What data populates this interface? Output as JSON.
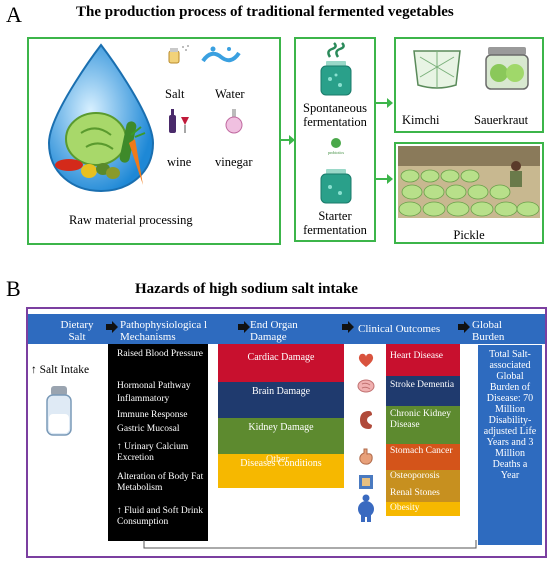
{
  "panel_a": {
    "letter": "A",
    "title": "The production process of traditional fermented vegetables",
    "raw_material": {
      "salt": "Salt",
      "water": "Water",
      "wine": "wine",
      "vinegar": "vinegar",
      "caption": "Raw material processing"
    },
    "spontaneous": "Spontaneous fermentation",
    "probiotics_tag": "probiotics",
    "starter": "Starter fermentation",
    "kimchi": "Kimchi",
    "sauerkraut": "Sauerkraut",
    "pickle": "Pickle"
  },
  "panel_b": {
    "letter": "B",
    "title": "Hazards of high sodium salt intake",
    "headers": {
      "dietary_salt": "Dietary Salt",
      "patho": "Pathophysiologica l Mechanisms",
      "end_organ": "End Organ Damage",
      "clinical": "Clinical Outcomes",
      "global": "Global Burden"
    },
    "salt_intake": "↑ Salt Intake",
    "mechanisms": [
      "Raised Blood Pressure",
      "Hormonal Pathway",
      "Inflammatory",
      "Immune Response",
      "Gastric Mucosal",
      "↑ Urinary Calcium Excretion",
      "Alteration of Body Fat Metabolism",
      "↑ Fluid  and Soft Drink Consumption"
    ],
    "organ_damage": [
      {
        "label": "Cardiac Damage",
        "color": "#c8102e"
      },
      {
        "label": "Brain Damage",
        "color": "#1f3a6e"
      },
      {
        "label": "Kidney Damage",
        "color": "#5d8a2f"
      },
      {
        "label": "Diseases Conditions",
        "color": "#f6b800"
      }
    ],
    "organ_other": "Other",
    "outcomes": [
      {
        "label": "Heart Disease",
        "color": "#c8102e"
      },
      {
        "label": "Stroke Dementia",
        "color": "#1f3a6e"
      },
      {
        "label": "Chronic Kidney Disease",
        "color": "#5d8a2f"
      },
      {
        "label": "Stomach Cancer",
        "color": "#d4541a"
      },
      {
        "label": "Osteoporosis",
        "color": "#c7901f"
      },
      {
        "label": "Renal Stones",
        "color": "#c7901f"
      },
      {
        "label": "Obesity",
        "color": "#f6b800"
      }
    ],
    "burden": "Total Salt-associated Global Burden of Disease: 70 Million Disability-adjusted Life Years and 3 Million Deaths a Year"
  },
  "colors": {
    "green_border": "#3cb54a",
    "blue_bar": "#2e6bbf",
    "purple_border": "#7b3fa0"
  }
}
